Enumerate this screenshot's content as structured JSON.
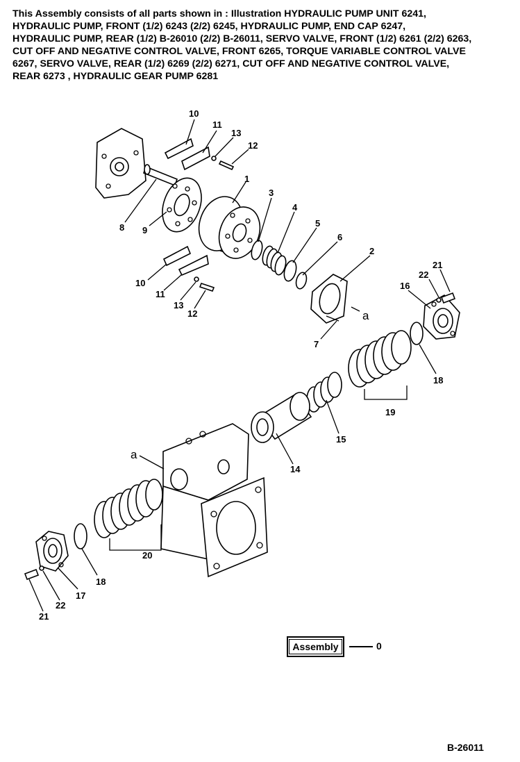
{
  "header": {
    "lines": [
      "This Assembly consists of all parts shown in : Illustration HYDRAULIC PUMP UNIT 6241,",
      "HYDRAULIC PUMP, FRONT (1/2) 6243  (2/2) 6245, HYDRAULIC PUMP, END CAP 6247,",
      "HYDRAULIC PUMP, REAR (1/2) B-26010 (2/2) B-26011, SERVO VALVE, FRONT (1/2) 6261 (2/2) 6263,",
      "CUT OFF AND NEGATIVE CONTROL VALVE, FRONT 6265, TORQUE VARIABLE CONTROL VALVE",
      "6267, SERVO VALVE, REAR (1/2) 6269 (2/2) 6271, CUT OFF AND  NEGATIVE CONTROL VALVE,",
      "REAR 6273 , HYDRAULIC GEAR PUMP 6281"
    ]
  },
  "callouts": {
    "c1": "1",
    "c2": "2",
    "c3": "3",
    "c4": "4",
    "c5": "5",
    "c6": "6",
    "c7": "7",
    "c8": "8",
    "c9": "9",
    "c10a": "10",
    "c10b": "10",
    "c11a": "11",
    "c11b": "11",
    "c12a": "12",
    "c12b": "12",
    "c13a": "13",
    "c13b": "13",
    "c14": "14",
    "c15": "15",
    "c16": "16",
    "c17": "17",
    "c18a": "18",
    "c18b": "18",
    "c19": "19",
    "c20": "20",
    "c21a": "21",
    "c21b": "21",
    "c22a": "22",
    "c22b": "22",
    "a1": "a",
    "a2": "a"
  },
  "assembly": {
    "label": "Assembly",
    "number": "0"
  },
  "drawing_number": "B-26011"
}
